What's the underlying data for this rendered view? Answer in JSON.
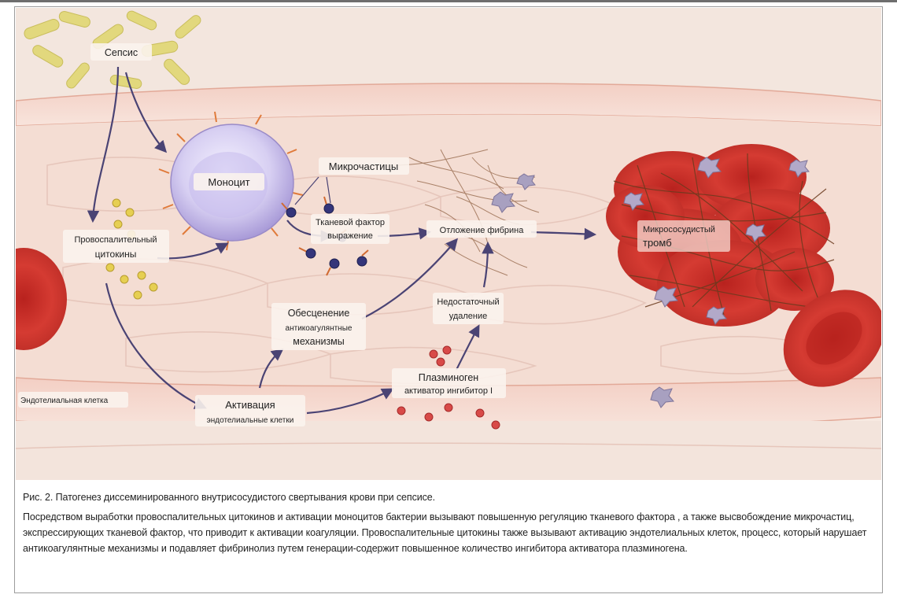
{
  "diagram": {
    "labels": {
      "sepsis": "Сепсис",
      "monocyte": "Моноцит",
      "microparticles": "Микрочастицы",
      "tissue_factor_line1": "Тканевой фактор",
      "tissue_factor_line2": "выражение",
      "fibrin_deposition": "Отложение фибрина",
      "microvascular_thrombus_line1": "Микрососудистый",
      "microvascular_thrombus_line2": "тромб",
      "proinflammatory_line1": "Провоспалительный",
      "proinflammatory_line2": "цитокины",
      "anticoag_line1": "Обесценение",
      "anticoag_line2": "антикоагулянтные",
      "anticoag_line3": "механизмы",
      "insufficient_line1": "Недостаточный",
      "insufficient_line2": "удаление",
      "pai_line1": "Плазминоген",
      "pai_line2": "активатор ингибитор I",
      "endothelial_cell": "Эндотелиальная клетка",
      "activation_line1": "Активация",
      "activation_line2": "эндотелиальные клетки"
    },
    "colors": {
      "arrow": "#4a4374",
      "vessel_wall": "#f6d8cc",
      "blood_cell": "#c8302a",
      "monocyte": "#d9d2f2",
      "bacteria": "#e1d77a"
    }
  },
  "caption": {
    "title": "Рис. 2. Патогенез диссеминированного внутрисосудистого свертывания крови при сепсисе.",
    "body": "Посредством выработки провоспалительных цитокинов и активации моноцитов бактерии вызывают повышенную регуляцию тканевого фактора , а также высвобождение микрочастиц, экспрессирующих тканевой фактор, что приводит к активации коагуляции. Провоспалительные цитокины также вызывают активацию эндотелиальных клеток, процесс, который нарушает антикоагулянтные механизмы и подавляет фибринолиз путем генерации-содержит повышенное количество ингибитора активатора плазминогена."
  }
}
